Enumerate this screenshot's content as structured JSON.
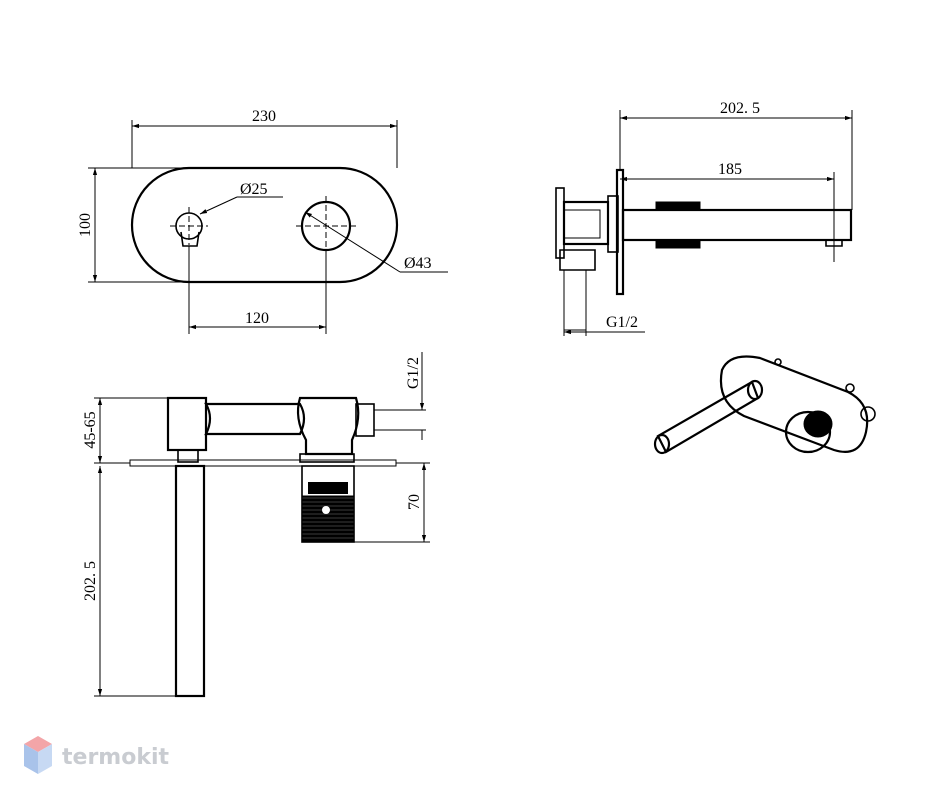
{
  "front_view": {
    "overall_width": "230",
    "height": "100",
    "small_diameter": "Ø25",
    "large_diameter": "Ø43",
    "center_distance": "120"
  },
  "side_view": {
    "overall_length": "202. 5",
    "spout_length": "185",
    "thread": "G1/2"
  },
  "top_view": {
    "thread": "G1/2",
    "depth_range": "45-65",
    "spout_length": "202. 5",
    "body_depth": "70"
  },
  "watermark": {
    "brand": "termokit",
    "colors": {
      "top": "#f3a5a8",
      "side": "#a9c3ea",
      "text": "#c9ccd1"
    }
  }
}
